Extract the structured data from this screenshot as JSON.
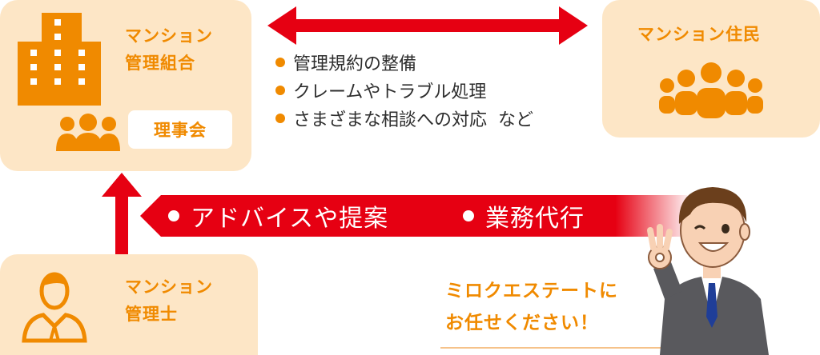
{
  "association": {
    "line1": "マンション",
    "line2": "管理組合",
    "board": "理事会",
    "icons": [
      "building-icon",
      "group-icon"
    ]
  },
  "residents": {
    "label": "マンション住民",
    "icons": [
      "residents-group-icon"
    ]
  },
  "services": [
    "管理規約の整備",
    "クレームやトラブル処理",
    "さまざまな相談への対応  など"
  ],
  "support_band": {
    "items": [
      "アドバイスや提案",
      "業務代行"
    ]
  },
  "manager": {
    "line1": "マンション",
    "line2": "管理士",
    "icons": [
      "manager-person-icon"
    ]
  },
  "cta": {
    "line1": "ミロクエステートに",
    "line2": "お任せください！"
  },
  "colors": {
    "accent": "#f08a00",
    "box": "#fde6c6",
    "arrow": "#e60012"
  }
}
